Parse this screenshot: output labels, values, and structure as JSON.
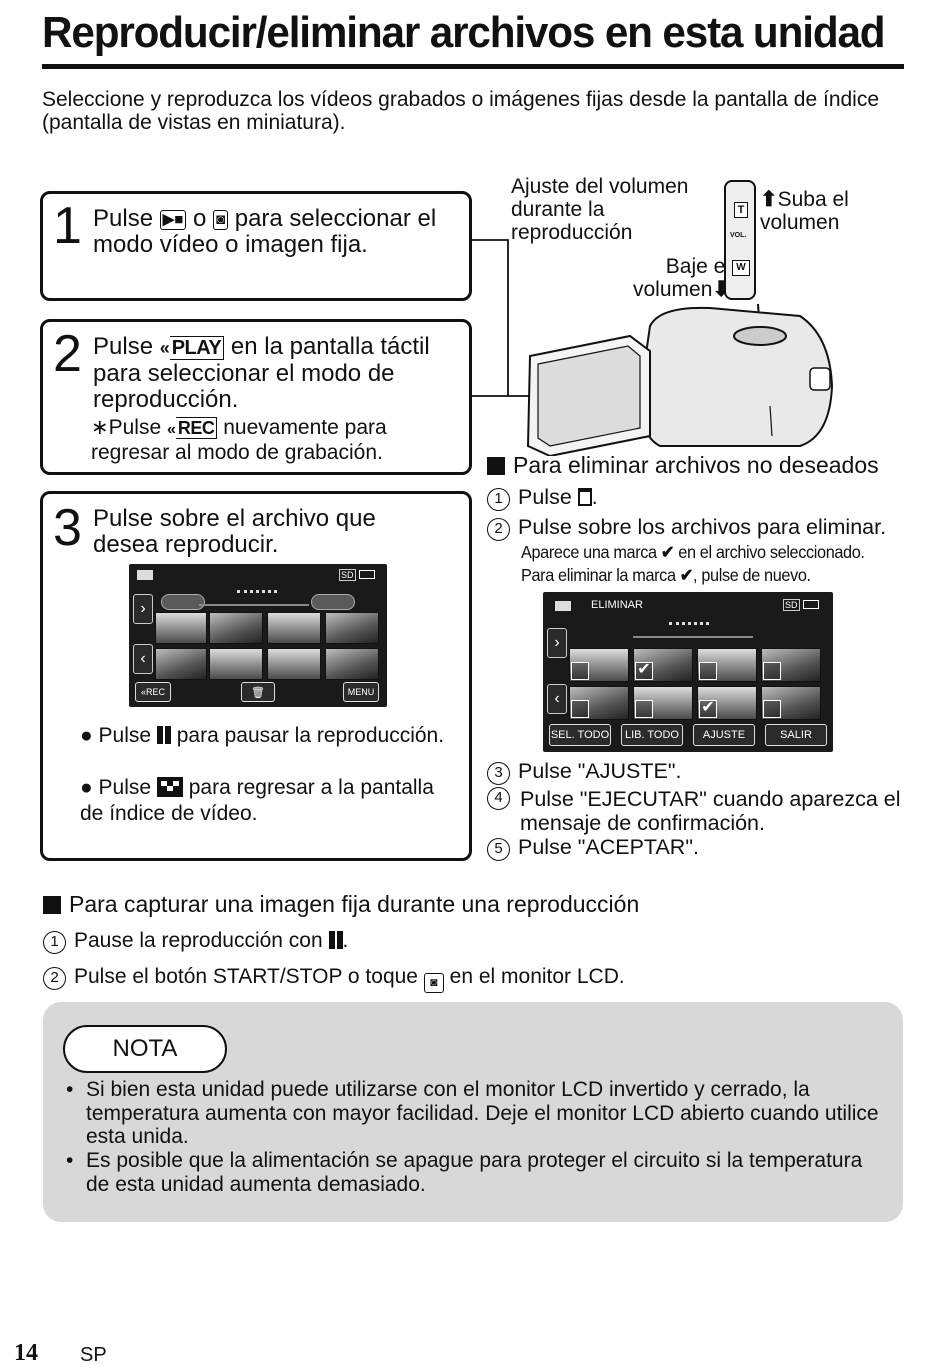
{
  "title": "Reproducir/eliminar archivos en esta unidad",
  "intro": "Seleccione y reproduzca los vídeos grabados o imágenes fijas desde la pantalla de índice (pantalla de vistas en miniatura).",
  "steps": [
    {
      "num": "1",
      "text_a": "Pulse ",
      "text_b": " o ",
      "text_c": " para seleccionar el modo vídeo o imagen fija."
    },
    {
      "num": "2",
      "text_a": "Pulse ",
      "play": "PLAY",
      "text_c": " en la pantalla táctil para seleccionar el modo de reproducción.",
      "note_a": "∗Pulse ",
      "rec": "REC",
      "note_c": " nuevamente para regresar al modo de grabación."
    },
    {
      "num": "3",
      "text": "Pulse sobre el archivo que desea reproducir.",
      "bullet1_a": "Pulse ",
      "bullet1_c": " para pausar la reproducción.",
      "bullet2_a": "Pulse ",
      "bullet2_c": " para regresar a la pantalla de índice de vídeo."
    }
  ],
  "screen1": {
    "rec_btn": "«REC",
    "menu_btn": "MENU",
    "sd": "SD"
  },
  "volume": {
    "adjust": "Ajuste del volumen durante la reproducción",
    "up": "Suba el volumen",
    "down": "Baje el volumen",
    "lever_t": "T",
    "lever_vol": "VOL.",
    "lever_w": "W"
  },
  "delete": {
    "heading": "Para eliminar archivos no deseados",
    "s1_a": "Pulse ",
    "s1_c": ".",
    "s2": "Pulse sobre los archivos para eliminar.",
    "s2_note1_a": "Aparece una marca ",
    "s2_note1_c": " en el archivo seleccionado.",
    "s2_note2_a": "Para eliminar la marca ",
    "s2_note2_c": ", pulse de nuevo.",
    "s3": "Pulse \"AJUSTE\".",
    "s4": "Pulse \"EJECUTAR\" cuando aparezca el mensaje de confirmación.",
    "s5": "Pulse \"ACEPTAR\".",
    "nums": [
      "1",
      "2",
      "3",
      "4",
      "5"
    ]
  },
  "screen2": {
    "title": "ELIMINAR",
    "sd": "SD",
    "buttons": [
      "SEL. TODO",
      "LIB. TODO",
      "AJUSTE",
      "SALIR"
    ]
  },
  "capture": {
    "heading": "Para capturar una imagen fija durante una reproducción",
    "s1_a": "Pause la reproducción con ",
    "s1_c": ".",
    "s2_a": "Pulse el botón START/STOP o toque ",
    "s2_c": " en el monitor LCD.",
    "nums": [
      "1",
      "2"
    ]
  },
  "nota": {
    "label": "NOTA",
    "items": [
      "Si bien esta unidad puede utilizarse con el monitor LCD invertido y cerrado, la temperatura aumenta con mayor facilidad. Deje el monitor LCD abierto cuando utilice esta unida.",
      "Es posible que la alimentación se apague para proteger el circuito si la temperatura de esta unidad aumenta demasiado."
    ]
  },
  "footer": {
    "page": "14",
    "code": "SP"
  }
}
